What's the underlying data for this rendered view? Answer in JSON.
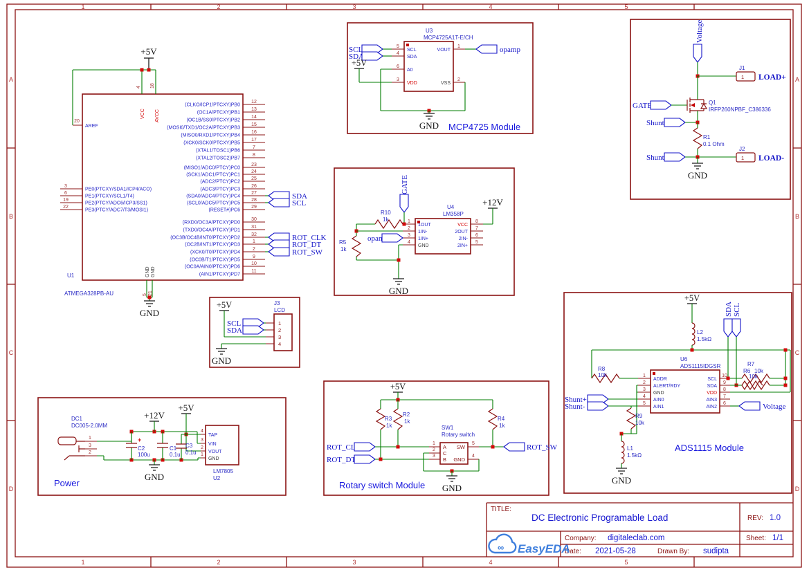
{
  "frame": {
    "cols": [
      "1",
      "2",
      "3",
      "4",
      "5"
    ],
    "rows": [
      "A",
      "B",
      "C",
      "D"
    ]
  },
  "labels": {
    "p5v": "+5V",
    "p12v": "+12V",
    "gnd": "GND"
  },
  "u1": {
    "ref": "U1",
    "part": "ATMEGA328PB-AU",
    "top": [
      {
        "num": "4",
        "name": "VCC"
      },
      {
        "num": "18",
        "name": "AVCC"
      }
    ],
    "bottom": [
      {
        "num": "5",
        "name": "GND"
      },
      {
        "num": "21",
        "name": "GND"
      }
    ],
    "left": [
      {
        "num": "20",
        "name": "AREF"
      },
      {
        "num": "3",
        "name": "PE0(PTCXY/SDA1/ICP4/ACO)"
      },
      {
        "num": "6",
        "name": "PE1(PTCXY/SCL1/T4)"
      },
      {
        "num": "19",
        "name": "PE2(PTCY/ADC6/ICP3/SS1)"
      },
      {
        "num": "22",
        "name": "PE3(PTCY/ADC7/T3/MOSI1)"
      }
    ],
    "pb": [
      {
        "num": "12",
        "name": "(CLKO/ICP1/PTCXY)PB0"
      },
      {
        "num": "13",
        "name": "(OC1A/PTCXY)PB1"
      },
      {
        "num": "14",
        "name": "(OC1B/SS0/PTCXY)PB2"
      },
      {
        "num": "15",
        "name": "(MOSI0/TXD1/OC2A/PTCXY)PB3"
      },
      {
        "num": "16",
        "name": "(MISO0/RXD1/PTCXY)PB4"
      },
      {
        "num": "17",
        "name": "(XCK0/SCK0/PTCXY)PB5"
      },
      {
        "num": "7",
        "name": "(XTAL1/TOSC1)PB6"
      },
      {
        "num": "8",
        "name": "(XTAL2/TOSC2)PB7"
      }
    ],
    "pc": [
      {
        "num": "23",
        "name": "(MISO1/ADC0/PTCY)PC0"
      },
      {
        "num": "24",
        "name": "(SCK1/ADC1/PTCY)PC1"
      },
      {
        "num": "25",
        "name": "(ADC2/PTCY)PC2"
      },
      {
        "num": "26",
        "name": "(ADC3/PTCY)PC3"
      },
      {
        "num": "27",
        "name": "(SDA0/ADC4/PTCY)PC4"
      },
      {
        "num": "28",
        "name": "(SCL0/ADC5/PTCY)PC5"
      },
      {
        "num": "29",
        "name": "(RESET#)PC6"
      }
    ],
    "pd": [
      {
        "num": "30",
        "name": "(RXD0/OC3A/PTCXY)PD0"
      },
      {
        "num": "31",
        "name": "(TXD0/OC4A/PTCXY)PD1"
      },
      {
        "num": "32",
        "name": "(OC3B/OC4B/INT0/PTCXY)PD2"
      },
      {
        "num": "1",
        "name": "(OC2B/INT1/PTCXY)PD3"
      },
      {
        "num": "2",
        "name": "(XCK0/T0/PTCXY)PD4"
      },
      {
        "num": "9",
        "name": "(OC0B/T1/PTCXY)PD5"
      },
      {
        "num": "10",
        "name": "(OC0A/AIN0/PTCXY)PD6"
      },
      {
        "num": "11",
        "name": "(AIN1/PTCXY)PD7"
      }
    ],
    "flag_sda": "SDA",
    "flag_scl": "SCL",
    "flag_rot_clk": "ROT_CLK",
    "flag_rot_dt": "ROT_DT",
    "flag_rot_sw": "ROT_SW"
  },
  "mcp": {
    "title": "MCP4725 Module",
    "ref": "U3",
    "part": "MCP4725A1T-E/CH",
    "left": [
      {
        "num": "5",
        "name": "SCL"
      },
      {
        "num": "4",
        "name": "SDA"
      },
      {
        "num": "6",
        "name": "A0"
      },
      {
        "num": "3",
        "name": "VDD"
      }
    ],
    "right": [
      {
        "num": "1",
        "name": "VOUT"
      },
      {
        "num": "2",
        "name": "VSS"
      }
    ],
    "flag_scl": "SCL",
    "flag_sda": "SDA",
    "flag_opamp": "opamp"
  },
  "load": {
    "flag_voltage": "Voltage",
    "flag_gate": "GATE",
    "flag_shunt_p": "Shunt+",
    "flag_shunt_m": "Shunt-",
    "j1_ref": "J1",
    "j1_pin": "1",
    "j1_label": "LOAD+",
    "j2_ref": "J2",
    "j2_pin": "1",
    "j2_label": "LOAD-",
    "q1_ref": "Q1",
    "q1_part": "IRFP260NPBF_C386336",
    "r1_ref": "R1",
    "r1_val": "0.1 Ohm"
  },
  "amp": {
    "ref": "U4",
    "part": "LM358P",
    "left": [
      {
        "num": "1",
        "name": "1OUT"
      },
      {
        "num": "2",
        "name": "1IN-"
      },
      {
        "num": "3",
        "name": "1IN+"
      },
      {
        "num": "4",
        "name": "GND"
      }
    ],
    "right": [
      {
        "num": "8",
        "name": "VCC"
      },
      {
        "num": "7",
        "name": "2OUT"
      },
      {
        "num": "6",
        "name": "2IN-"
      },
      {
        "num": "5",
        "name": "2IN+"
      }
    ],
    "r10_ref": "R10",
    "r10_val": "1k",
    "r5_ref": "R5",
    "r5_val": "1k",
    "flag_gate": "GATE",
    "flag_opamp": "opamp"
  },
  "lcd": {
    "ref": "J3",
    "part": "LCD",
    "pins": [
      "1",
      "2",
      "3",
      "4"
    ],
    "flag_scl": "SCL",
    "flag_sda": "SDA"
  },
  "power": {
    "title": "Power",
    "dc_ref": "DC1",
    "dc_part": "DC005-2.0MM",
    "jack_pins": [
      "1",
      "3",
      "2"
    ],
    "c2_ref": "C2",
    "c2_val": "100u",
    "c1_ref": "C1",
    "c1_val": "0.1u",
    "c3_ref": "C3",
    "c3_val": "0.1u",
    "reg_ref": "U2",
    "reg_part": "LM7805",
    "reg_pins": [
      {
        "num": "4",
        "name": "TAP"
      },
      {
        "num": "3",
        "name": "VIN"
      },
      {
        "num": "2",
        "name": "VOUT"
      },
      {
        "num": "1",
        "name": "GND"
      }
    ]
  },
  "rotary": {
    "title": "Rotary switch Module",
    "ref": "SW1",
    "part": "Rotary switch",
    "r3_ref": "R3",
    "r3_val": "1k",
    "r2_ref": "R2",
    "r2_val": "1k",
    "r4_ref": "R4",
    "r4_val": "1k",
    "left_pins": [
      {
        "num": "1",
        "name": "A"
      },
      {
        "num": "2",
        "name": "C"
      },
      {
        "num": "3",
        "name": "B"
      }
    ],
    "right_pins": [
      {
        "num": "5",
        "name": "SW"
      },
      {
        "num": "4",
        "name": "GND"
      }
    ],
    "flag_rot_clk": "ROT_CLK",
    "flag_rot_dt": "ROT_DT",
    "flag_rot_sw": "ROT_SW"
  },
  "ads": {
    "title": "ADS1115 Module",
    "ref": "U6",
    "part": "ADS1115IDGSR",
    "left": [
      {
        "num": "1",
        "name": "ADDR"
      },
      {
        "num": "2",
        "name": "ALERT/RDY"
      },
      {
        "num": "3",
        "name": "GND"
      },
      {
        "num": "4",
        "name": "AIN0"
      },
      {
        "num": "5",
        "name": "AIN1"
      }
    ],
    "right": [
      {
        "num": "10",
        "name": "SCL"
      },
      {
        "num": "9",
        "name": "SDA"
      },
      {
        "num": "8",
        "name": "VDD"
      },
      {
        "num": "7",
        "name": "AIN3"
      },
      {
        "num": "6",
        "name": "AIN2"
      }
    ],
    "l2_ref": "L2",
    "l2_val": "1.5kΩ",
    "l1_ref": "L1",
    "l1_val": "1.5kΩ",
    "r8_ref": "R8",
    "r8_val": "10k",
    "r9_ref": "R9",
    "r9_val": "10k",
    "r7_ref": "R7",
    "r7_val": "10k",
    "r6_ref": "R6",
    "r6_val": "10k",
    "flag_sda": "SDA",
    "flag_scl": "SCL",
    "flag_shunt_p": "Shunt+",
    "flag_shunt_m": "Shunt-",
    "flag_voltage": "Voltage"
  },
  "titleblock": {
    "title_label": "TITLE:",
    "title": "DC Electronic Programable Load",
    "rev_label": "REV:",
    "rev": "1.0",
    "company_label": "Company:",
    "company": "digitaleclab.com",
    "sheet_label": "Sheet:",
    "sheet": "1/1",
    "date_label": "Date:",
    "date": "2021-05-28",
    "drawn_label": "Drawn By:",
    "drawn": "sudipta",
    "logo": "EasyEDA",
    "logo_glyph": "∞"
  }
}
